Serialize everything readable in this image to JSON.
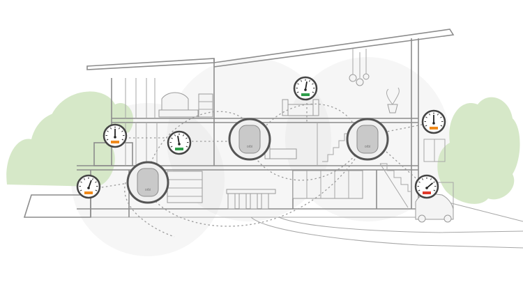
{
  "colors": {
    "tree": "#d6e8c8",
    "gauge_good": "#2e9e4a",
    "gauge_fair": "#f08a1c",
    "gauge_poor": "#e0392b",
    "router_body": "#c9c9c9",
    "line": "#8c8c8c"
  },
  "routers": [
    {
      "id": "router-left",
      "brand": "orbi"
    },
    {
      "id": "router-middle",
      "brand": "orbi"
    },
    {
      "id": "router-right",
      "brand": "orbi"
    }
  ],
  "gauges": [
    {
      "id": "gauge-upper-bedroom",
      "status": "good",
      "level": 0.55
    },
    {
      "id": "gauge-mid-balcony",
      "status": "fair",
      "level": 0.5
    },
    {
      "id": "gauge-middle-room",
      "status": "good",
      "level": 0.45
    },
    {
      "id": "gauge-exterior-right",
      "status": "fair",
      "level": 0.5
    },
    {
      "id": "gauge-exterior-left",
      "status": "fair",
      "level": 0.6
    },
    {
      "id": "gauge-garage",
      "status": "poor",
      "level": 0.75
    }
  ],
  "icons": [
    "tree-icon",
    "router-icon",
    "speed-gauge-icon",
    "car-icon",
    "bed-icon",
    "sofa-icon",
    "dining-table-icon",
    "pendant-lamp-icon",
    "plant-icon"
  ]
}
